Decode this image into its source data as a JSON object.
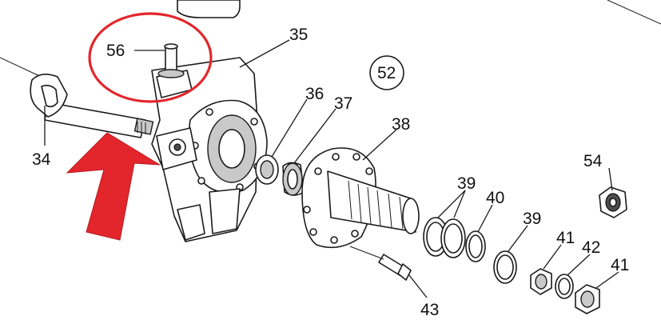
{
  "diagram": {
    "callouts": {
      "c56": "56",
      "c35": "35",
      "c36": "36",
      "c37": "37",
      "c38": "38",
      "c52": "52",
      "c34": "34",
      "c39a": "39",
      "c40": "40",
      "c39b": "39",
      "c54": "54",
      "c41a": "41",
      "c42": "42",
      "c41b": "41",
      "c43": "43"
    },
    "highlight": {
      "circle_color": "#e3262c",
      "arrow_color": "#e3262c"
    }
  }
}
